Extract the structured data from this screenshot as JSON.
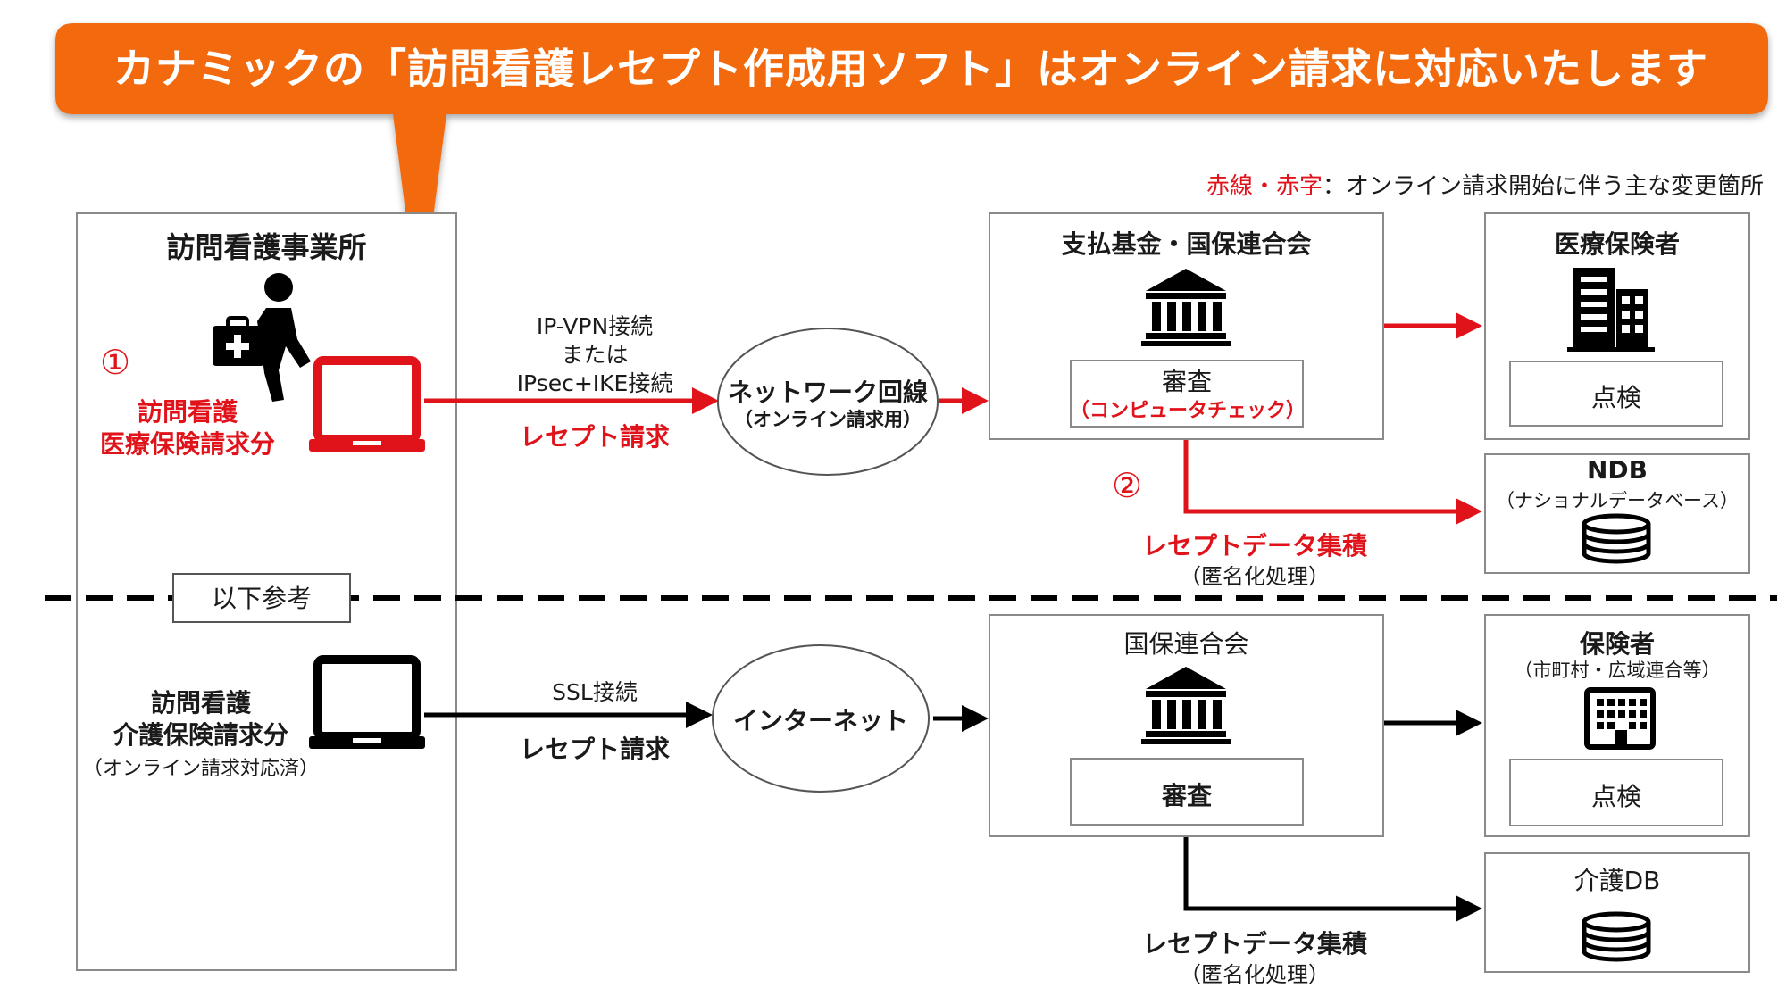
{
  "banner": {
    "text": "カナミックの「訪問看護レセプト作成用ソフト」はオンライン請求に対応いたします"
  },
  "legend": {
    "red_part": "赤線・赤字",
    "rest": "：オンライン請求開始に伴う主な変更箇所"
  },
  "office": {
    "title": "訪問看護事業所",
    "num1": "①",
    "medical_line1": "訪問看護",
    "medical_line2": "医療保険請求分",
    "ref_label": "以下参考",
    "care_line1": "訪問看護",
    "care_line2": "介護保険請求分",
    "care_note": "（オンライン請求対応済）"
  },
  "upper": {
    "conn_line1": "IP-VPN接続",
    "conn_line2": "または",
    "conn_line3": "IPsec+IKE接続",
    "conn_action": "レセプト請求",
    "network_line1": "ネットワーク回線",
    "network_line2": "（オンライン請求用）",
    "fund_title": "支払基金・国保連合会",
    "review": "審査",
    "review_sub": "（コンピュータチェック）",
    "insurer_title": "医療保険者",
    "inspection": "点検",
    "num2": "②",
    "ndb_title": "NDB",
    "ndb_sub": "（ナショナルデータベース）",
    "aggregate": "レセプトデータ集積",
    "aggregate_sub": "（匿名化処理）"
  },
  "lower": {
    "conn": "SSL接続",
    "conn_action": "レセプト請求",
    "internet": "インターネット",
    "fed_title": "国保連合会",
    "review": "審査",
    "insurer_title": "保険者",
    "insurer_sub": "（市町村・広域連合等）",
    "inspection": "点検",
    "db_title": "介護DB",
    "aggregate": "レセプトデータ集積",
    "aggregate_sub": "（匿名化処理）"
  },
  "colors": {
    "banner": "#f26b0f",
    "red": "#e0131b",
    "border": "#8a8a8a",
    "black": "#000000"
  },
  "icons": [
    "nurse-with-bag-icon",
    "laptop-icon",
    "bank-building-icon",
    "office-building-icon",
    "database-icon"
  ]
}
